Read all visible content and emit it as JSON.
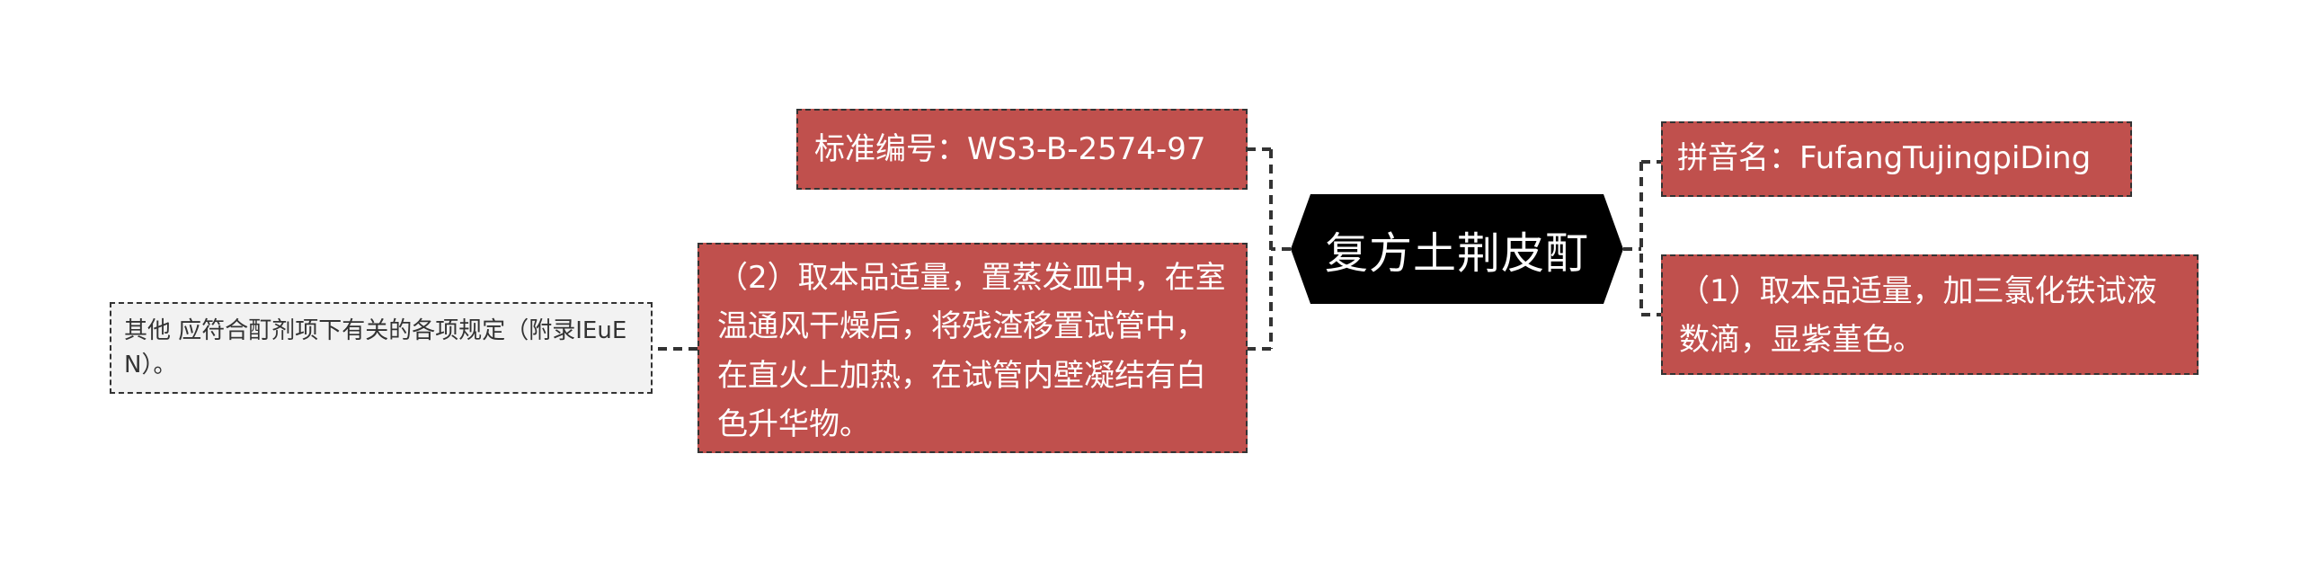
{
  "colors": {
    "center_fill": "#000000",
    "center_text": "#ffffff",
    "node_fill": "#c0504d",
    "node_text": "#ffffff",
    "leaf_fill": "#f2f2f2",
    "leaf_text": "#333333",
    "connector": "#333333"
  },
  "center": {
    "label": "复方土荆皮酊"
  },
  "left_nodes": {
    "standard_number": "标准编号：WS3-B-2574-97",
    "step2": "（2）取本品适量，置蒸发皿中，在室温通风干燥后，将残渣移置试管中，在直火上加热，在试管内壁凝结有白色升华物。"
  },
  "leaf_nodes": {
    "other": "其他 应符合酊剂项下有关的各项规定（附录ⅠEuE N）。"
  },
  "right_nodes": {
    "pinyin": "拼音名：FufangTujingpiDing",
    "step1": "（1）取本品适量，加三氯化铁试液数滴，显紫堇色。"
  }
}
